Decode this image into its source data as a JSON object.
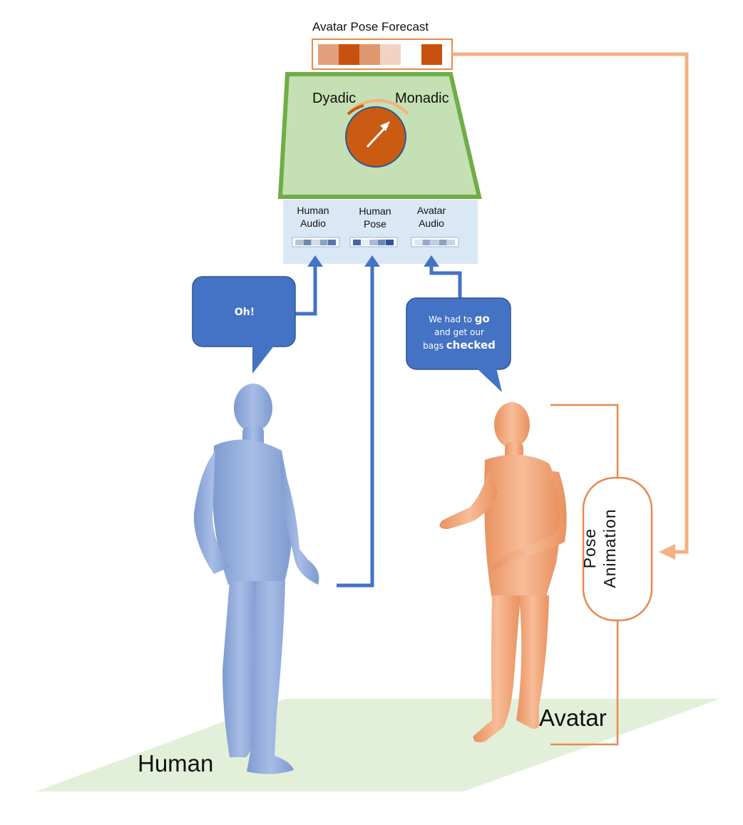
{
  "diagram": {
    "forecast": {
      "title": "Avatar Pose Forecast",
      "cells": [
        0.55,
        1.0,
        0.6,
        0.25,
        0.0,
        1.0
      ],
      "color": "#c8510f"
    },
    "dial": {
      "left_label": "Dyadic",
      "right_label": "Monadic",
      "color": "#c95b12",
      "panel_color": "#c5e0b4",
      "panel_border": "#70ad47"
    },
    "inputs": {
      "human_audio": "Human\nAudio",
      "human_pose": "Human\nPose",
      "avatar_audio": "Avatar\nAudio",
      "panel_color": "#dae8f5"
    },
    "bubbles": {
      "human": "Oh!",
      "avatar_parts": {
        "p1": "We had to ",
        "p2": "go",
        "p3": "and get our",
        "p4": "bags ",
        "p5": "checked"
      },
      "color": "#4472c4"
    },
    "labels": {
      "human": "Human",
      "avatar": "Avatar",
      "pose_animation": "Pose\nAnimation"
    },
    "colors": {
      "human_figure": "#8fa9d8",
      "avatar_figure": "#f0a57c",
      "arrow_blue": "#4472c4",
      "arrow_orange": "#f4b183",
      "bracket": "#e6894d",
      "floor": "#e2f0d9"
    }
  }
}
